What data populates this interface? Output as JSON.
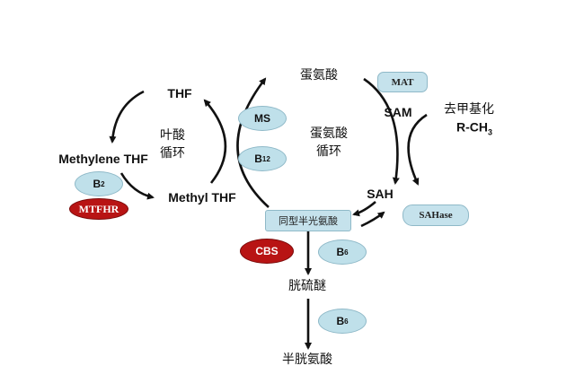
{
  "folate_cycle": {
    "thf": "THF",
    "methylene_thf": "Methylene THF",
    "methyl_thf": "Methyl THF",
    "cycle_label_line1": "叶酸",
    "cycle_label_line2": "循环",
    "b2": {
      "main": "B",
      "sub": "2"
    },
    "mtfhr": "MTFHR"
  },
  "methionine_cycle": {
    "methionine": "蛋氨酸",
    "mat": "MAT",
    "sam": "SAM",
    "demethylation": "去甲基化",
    "rch3": {
      "main": "R-CH",
      "sub": "3"
    },
    "cycle_label_line1": "蛋氨酸",
    "cycle_label_line2": "循环",
    "ms": "MS",
    "b12": {
      "main": "B",
      "sub": "12"
    },
    "sah": "SAH",
    "sahase": "SAHase",
    "homocysteine": "同型半光氨酸"
  },
  "transsulfuration": {
    "cbs": "CBS",
    "b6_first": {
      "main": "B",
      "sub": "6"
    },
    "cystathionine": "胱硫醚",
    "b6_second": {
      "main": "B",
      "sub": "6"
    },
    "cysteine": "半胱氨酸"
  },
  "colors": {
    "enzyme_fill": "#bfe0ea",
    "red_enzyme": "#b81414",
    "arrow": "#111111"
  }
}
